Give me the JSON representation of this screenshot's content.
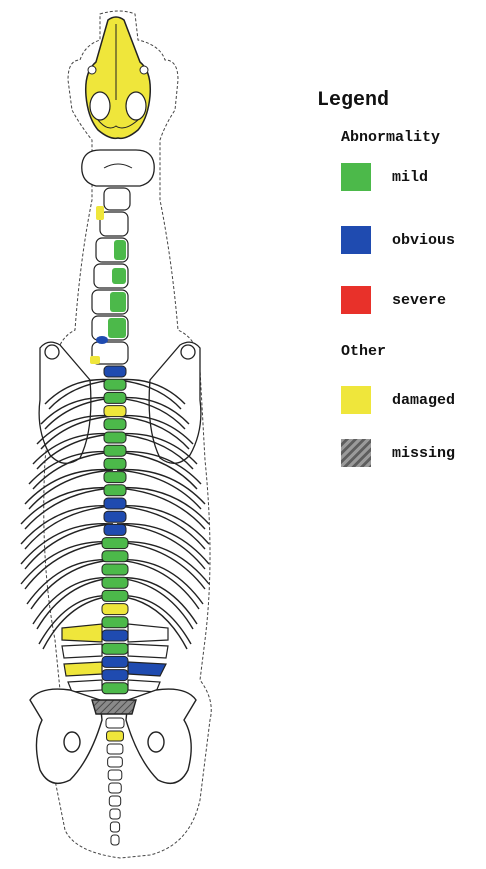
{
  "legend": {
    "title": "Legend",
    "abnormality": {
      "heading": "Abnormality",
      "items": [
        {
          "label": "mild",
          "color": "#4cb94a"
        },
        {
          "label": "obvious",
          "color": "#1f4bb0"
        },
        {
          "label": "severe",
          "color": "#e8312a"
        }
      ]
    },
    "other": {
      "heading": "Other",
      "items": [
        {
          "label": "damaged",
          "color": "#efe63b"
        },
        {
          "label": "missing",
          "color": "#7a7a7a",
          "pattern": "hatched"
        }
      ]
    }
  },
  "colors": {
    "mild": "#4cb94a",
    "obvious": "#1f4bb0",
    "severe": "#e8312a",
    "damaged": "#efe63b",
    "missing": "#7a7a7a",
    "outline": "#222222"
  }
}
